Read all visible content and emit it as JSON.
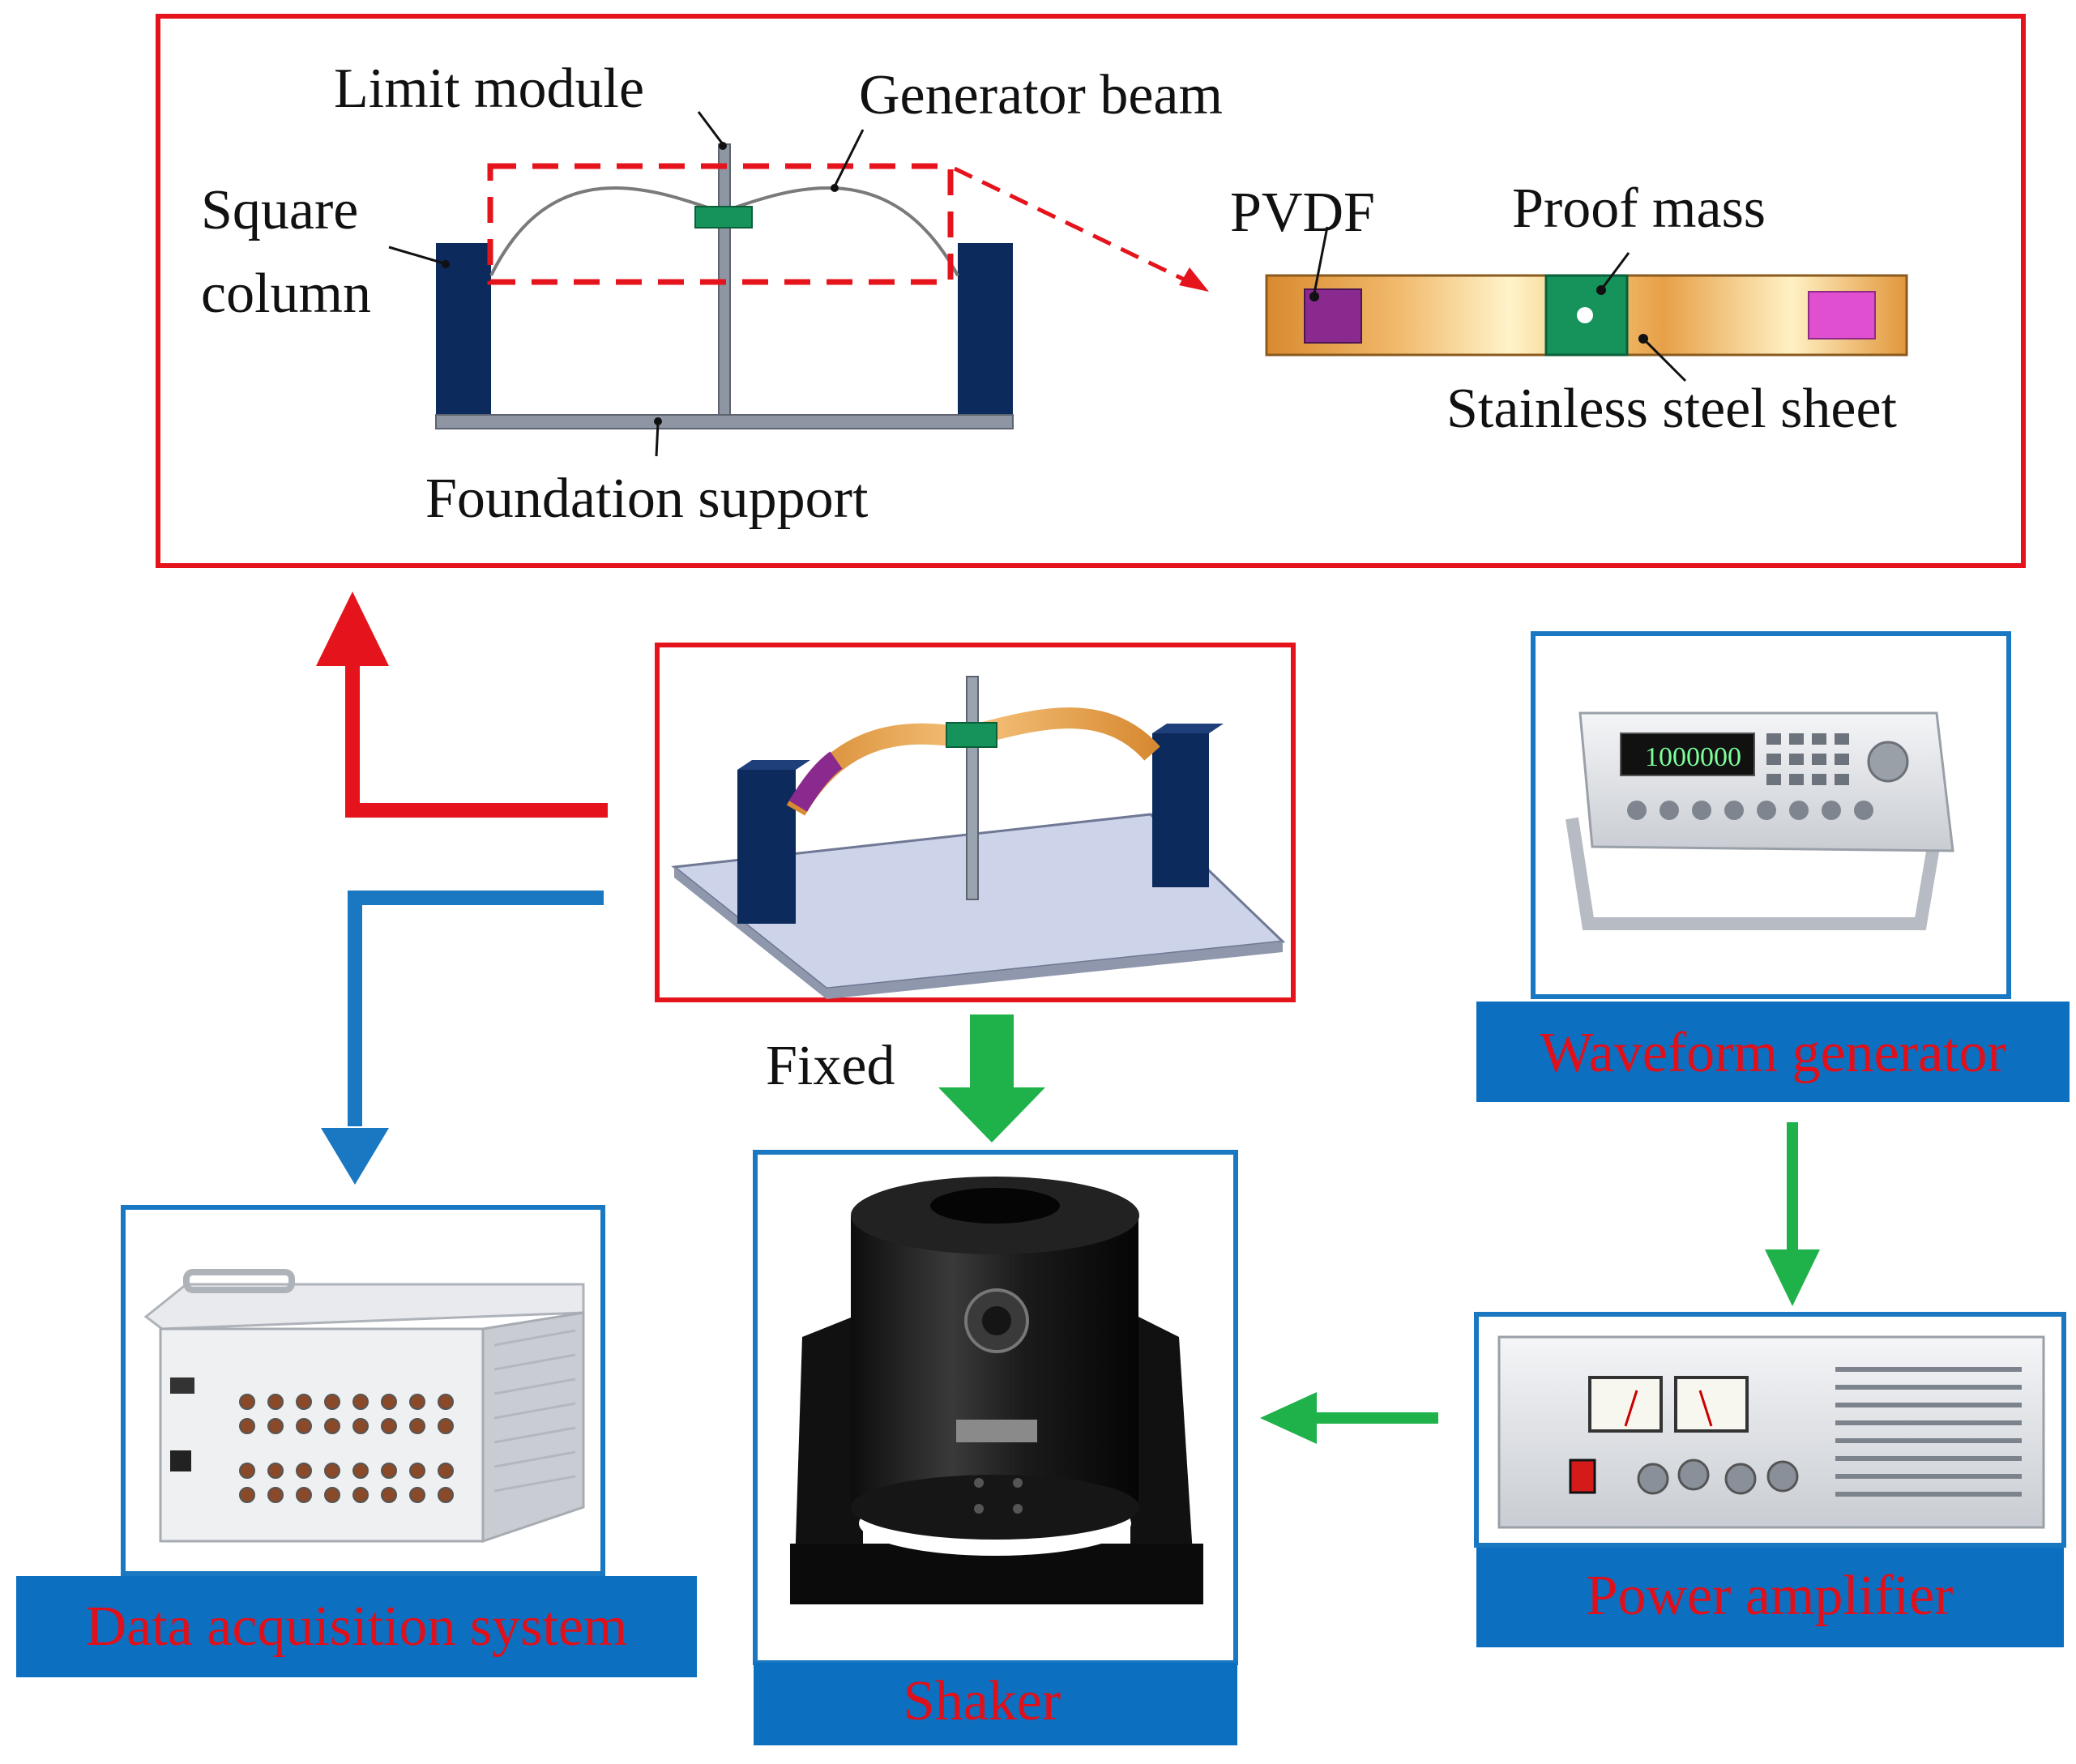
{
  "labels": {
    "limit_module": "Limit module",
    "generator_beam": "Generator beam",
    "square_column_line1": "Square",
    "square_column_line2": "column",
    "foundation_support": "Foundation support",
    "pvdf": "PVDF",
    "proof_mass": "Proof mass",
    "stainless_steel_sheet": "Stainless steel sheet",
    "fixed": "Fixed"
  },
  "captions": {
    "waveform_generator": "Waveform generator",
    "power_amplifier": "Power amplifier",
    "shaker": "Shaker",
    "data_acquisition_system": "Data acquisition system"
  },
  "colors": {
    "frame_red": "#e5141c",
    "frame_blue": "#1a78c2",
    "caption_bg": "#0d6fbf",
    "caption_text": "#e0101a",
    "arrow_green": "#1fb24a",
    "column_navy": "#0c2a5c",
    "proof_mass_green": "#16935a",
    "pvdf_purple": "#8a2a8f",
    "pvdf_pink": "#e04fd0",
    "steel_orange": "#e89a3a"
  }
}
